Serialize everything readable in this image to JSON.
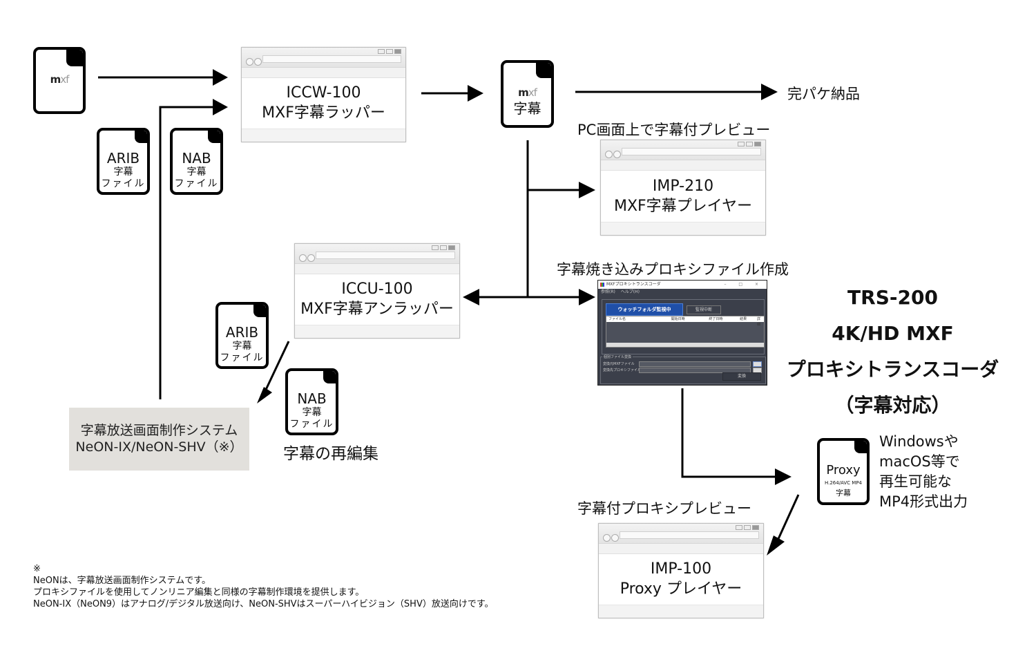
{
  "source_file": {
    "icon": "mxf-file-icon",
    "logo": "mxf"
  },
  "wrapper": {
    "model": "ICCW-100",
    "name": "MXF字幕ラッパー"
  },
  "input_files": [
    {
      "line1": "ARIB",
      "line2": "字幕",
      "line3": "ファイル"
    },
    {
      "line1": "NAB",
      "line2": "字幕",
      "line3": "ファイル"
    }
  ],
  "mxf_caption_file": {
    "logo": "mxf",
    "label": "字幕"
  },
  "delivery_label": "完パケ納品",
  "player_210": {
    "caption": "PC画面上で字幕付プレビュー",
    "model": "IMP-210",
    "name": "MXF字幕プレイヤー"
  },
  "unwrapper": {
    "model": "ICCU-100",
    "name": "MXF字幕アンラッパー"
  },
  "output_files": [
    {
      "line1": "ARIB",
      "line2": "字幕",
      "line3": "ファイル"
    },
    {
      "line1": "NAB",
      "line2": "字幕",
      "line3": "ファイル"
    }
  ],
  "reedit_label": "字幕の再編集",
  "neon_box": {
    "line1": "字幕放送画面制作システム",
    "line2": "NeON-IX/NeON-SHV（※）"
  },
  "transcoder": {
    "caption": "字幕焼き込みプロキシファイル作成",
    "title_lines": [
      "TRS-200",
      "4K/HD MXF",
      "プロキシトランスコーダ",
      "（字幕対応）"
    ],
    "app": {
      "window_title": "MXFプロキシトランスコーダ",
      "window_controls": "–  □  ×",
      "menu": [
        "参照(R)",
        "ヘルプ(H)"
      ],
      "watch_button": "ウォッチフォルダ監視中",
      "stop_button": "監視中断",
      "columns": [
        "ファイル名",
        "開始日時",
        "終了日時",
        "結果",
        "詳細"
      ],
      "group_label": "個別ファイル変換",
      "row1_label": "変換元MXFファイル",
      "row2_label": "変換先プロキシファイル",
      "browse": "...",
      "convert_button": "変換"
    }
  },
  "proxy_file": {
    "line1": "Proxy",
    "line2": "H.264/AVC MP4",
    "line3": "字幕"
  },
  "proxy_note": [
    "Windowsや",
    "macOS等で",
    "再生可能な",
    "MP4形式出力"
  ],
  "player_100": {
    "caption": "字幕付プロキシプレビュー",
    "model": "IMP-100",
    "name": "Proxy プレイヤー"
  },
  "footnote": [
    "※",
    "NeONは、字幕放送画面制作システムです。",
    "プロキシファイルを使用してノンリニア編集と同様の字幕制作環境を提供します。",
    "NeON-IX（NeON9）はアナログ/デジタル放送向け、NeON-SHVはスーパーハイビジョン（SHV）放送向けです。"
  ],
  "colors": {
    "app_bg": "#3b3f4a",
    "app_accent": "#1f4fa8",
    "neon_box_bg": "#e2e0dc"
  }
}
